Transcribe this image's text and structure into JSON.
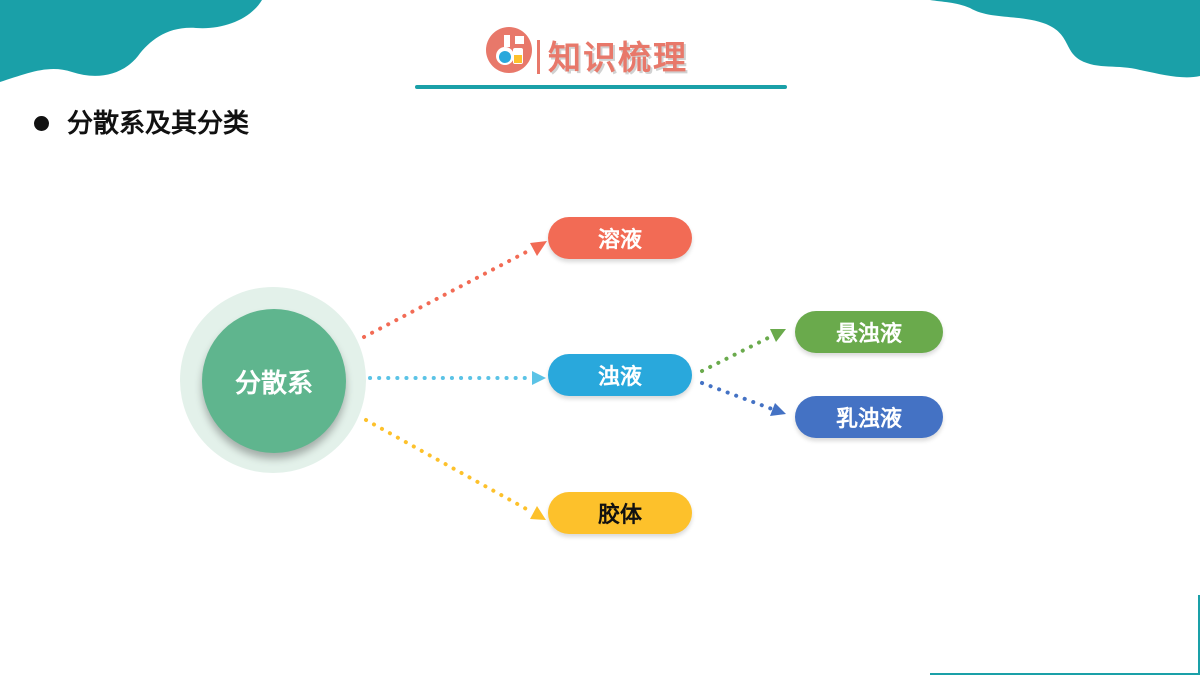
{
  "header": {
    "title": "知识梳理",
    "icon": "chemistry-flask-icon",
    "accent_color": "#e8786a",
    "line_color": "#1aa0a8"
  },
  "section": {
    "heading": "分散系及其分类"
  },
  "diagram": {
    "center": {
      "label": "分散系",
      "color": "#5fb58e"
    },
    "level1": [
      {
        "label": "溶液",
        "color": "#f26b55"
      },
      {
        "label": "浊液",
        "color": "#29a8dc"
      },
      {
        "label": "胶体",
        "color": "#fdc12b"
      }
    ],
    "level2": [
      {
        "label": "悬浊液",
        "color": "#6aaa4c"
      },
      {
        "label": "乳浊液",
        "color": "#4472c4"
      }
    ]
  }
}
